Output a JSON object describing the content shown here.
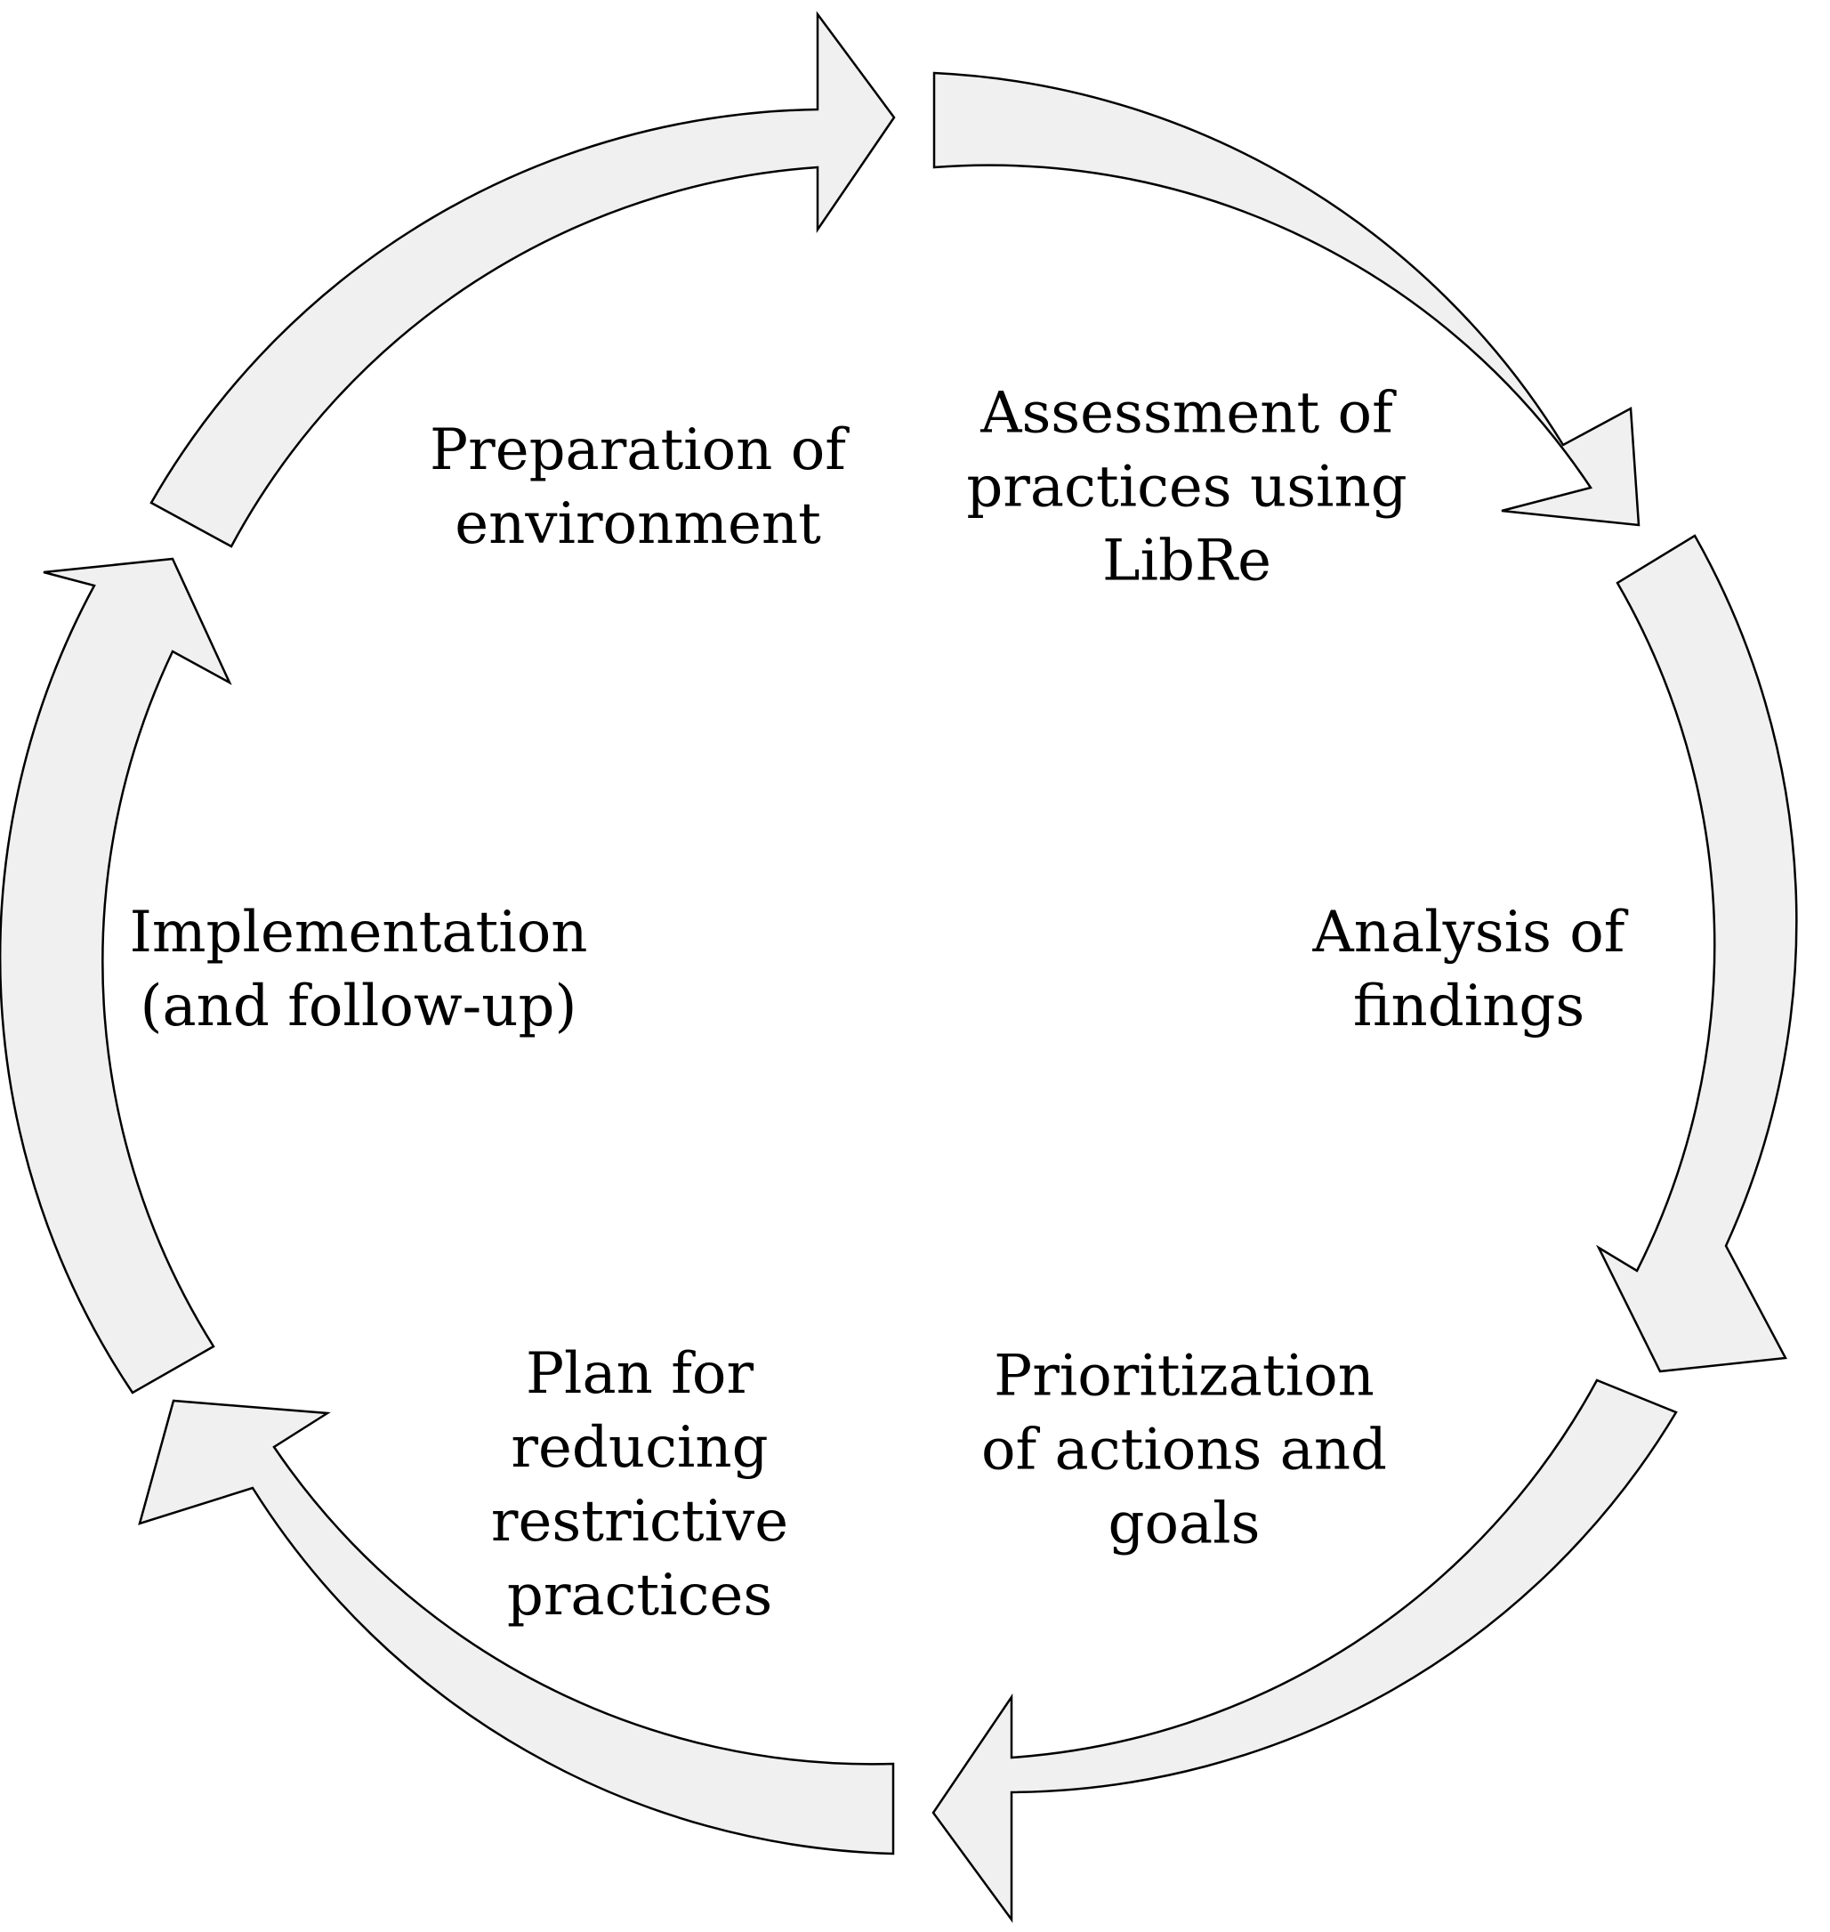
{
  "diagram": {
    "type": "cycle",
    "colors": {
      "arrow_fill": "#f0f0f0",
      "arrow_stroke": "#000000",
      "text": "#000000"
    },
    "steps": [
      {
        "id": "preparation",
        "lines": [
          "Preparation of",
          "environment"
        ]
      },
      {
        "id": "assessment",
        "lines": [
          "Assessment of",
          "practices using",
          "LibRe"
        ]
      },
      {
        "id": "analysis",
        "lines": [
          "Analysis of",
          "findings"
        ]
      },
      {
        "id": "prioritization",
        "lines": [
          "Prioritization",
          "of actions and",
          "goals"
        ]
      },
      {
        "id": "plan",
        "lines": [
          "Plan for",
          "reducing",
          "restrictive",
          "practices"
        ]
      },
      {
        "id": "implementation",
        "lines": [
          "Implementation",
          "(and follow-up)"
        ]
      }
    ]
  }
}
